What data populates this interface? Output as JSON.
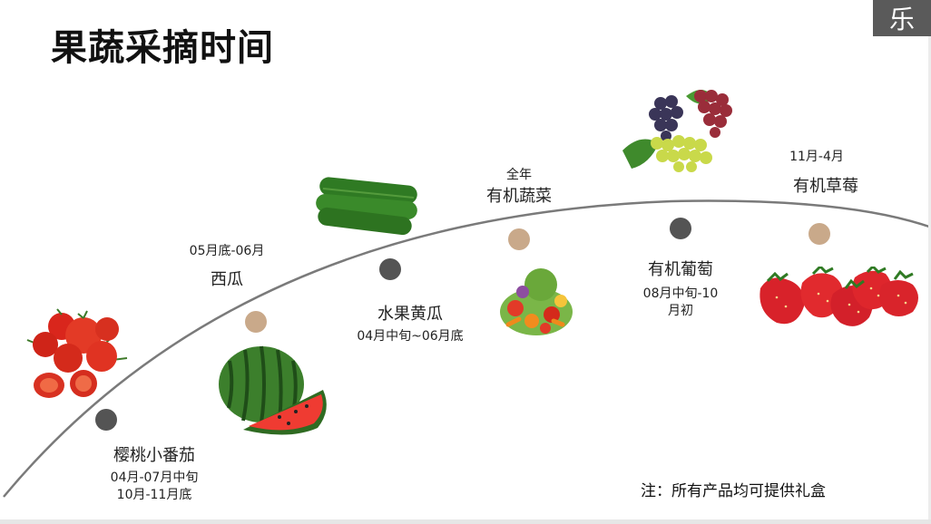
{
  "title": "果蔬采摘时间",
  "logo_char": "乐",
  "note": "注：所有产品均可提供礼盒",
  "items": [
    {
      "name": "樱桃小番茄",
      "dates": [
        "04月-07月中旬",
        "10月-11月底"
      ],
      "icon": "cherry-tomato-icon"
    },
    {
      "name": "西瓜",
      "dates": [
        "05月底-06月"
      ],
      "icon": "watermelon-icon"
    },
    {
      "name": "水果黄瓜",
      "dates": [
        "04月中旬~06月底"
      ],
      "icon": "cucumber-icon"
    },
    {
      "name": "有机蔬菜",
      "dates": [
        "全年"
      ],
      "icon": "vegetables-icon"
    },
    {
      "name": "有机葡萄",
      "dates": [
        "08月中旬-10",
        "月初"
      ],
      "icon": "grapes-icon"
    },
    {
      "name": "有机草莓",
      "dates": [
        "11月-4月"
      ],
      "icon": "strawberry-icon"
    }
  ],
  "colors": {
    "dot_dark": "#545454",
    "dot_tan": "#c9a98a",
    "logo_bg": "#5a5a5a",
    "arc": "#7a7a7a"
  }
}
